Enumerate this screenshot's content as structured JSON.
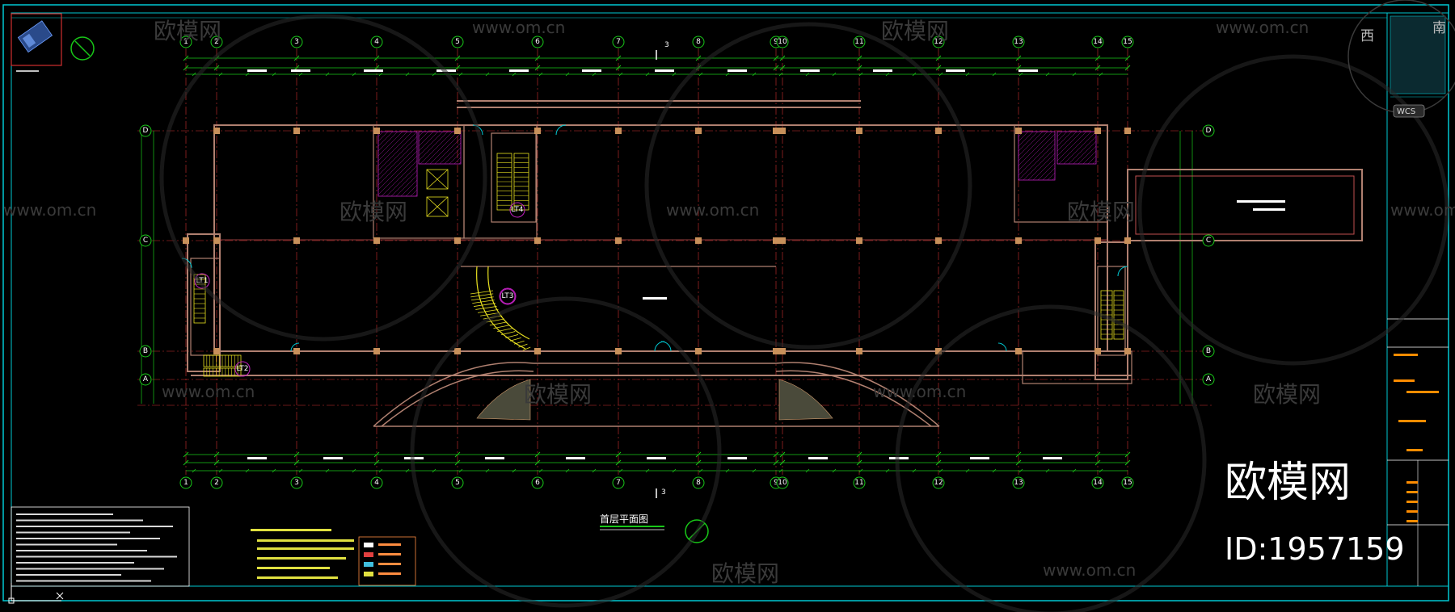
{
  "watermark": {
    "brand": "欧模网",
    "url": "www.om.cn"
  },
  "viewcube": {
    "west": "西",
    "south": "南",
    "wcs": "WCS"
  },
  "drawing": {
    "title": "首层平面图",
    "grid_numbers": [
      "1",
      "2",
      "3",
      "4",
      "5",
      "6",
      "7",
      "8",
      "9",
      "10",
      "11",
      "12",
      "13",
      "14",
      "15"
    ],
    "grid_letters": [
      "D",
      "C",
      "B",
      "A"
    ],
    "section_mark": "3",
    "stair_tags": [
      "LT1",
      "LT2",
      "LT3",
      "LT4"
    ]
  },
  "branding": {
    "logo_text": "欧模网",
    "id_text": "ID:1957159"
  },
  "colors": {
    "frame": "#00c8d2",
    "grid_line": "#d03030",
    "axis_circle": "#18c818",
    "wall": "#b08070",
    "column": "#c8905a",
    "stair": "#e8e020",
    "toilet": "#c020c0",
    "notes": "#e0e040",
    "dims": "#18c818"
  }
}
